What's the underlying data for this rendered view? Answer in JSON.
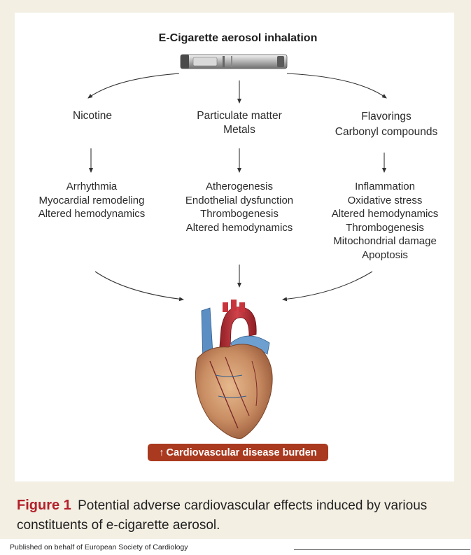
{
  "diagram": {
    "title": "E-Cigarette aerosol inhalation",
    "columns": [
      {
        "header": [
          "Nicotine"
        ],
        "effects": [
          "Arrhythmia",
          "Myocardial remodeling",
          "Altered hemodynamics"
        ]
      },
      {
        "header": [
          "Particulate matter",
          "Metals"
        ],
        "effects": [
          "Atherogenesis",
          "Endothelial dysfunction",
          "Thrombogenesis",
          "Altered hemodynamics"
        ]
      },
      {
        "header": [
          "Flavorings",
          "Carbonyl compounds"
        ],
        "effects": [
          "Inflammation",
          "Oxidative stress",
          "Altered hemodynamics",
          "Thrombogenesis",
          "Mitochondrial damage",
          "Apoptosis"
        ]
      }
    ],
    "outcome": {
      "arrow": "↑",
      "text": "Cardiovascular disease burden"
    }
  },
  "caption": {
    "label": "Figure 1",
    "text": "Potential adverse cardiovascular effects induced by various constituents of e-cigarette aerosol."
  },
  "footer": {
    "published": "Published on behalf of European Society of Cardiology"
  },
  "colors": {
    "caption_label": "#b3202a",
    "outcome_badge": "#a9391f",
    "panel": "#f3efe3"
  },
  "icons": [
    "e-cigarette-icon",
    "heart-illustration"
  ]
}
